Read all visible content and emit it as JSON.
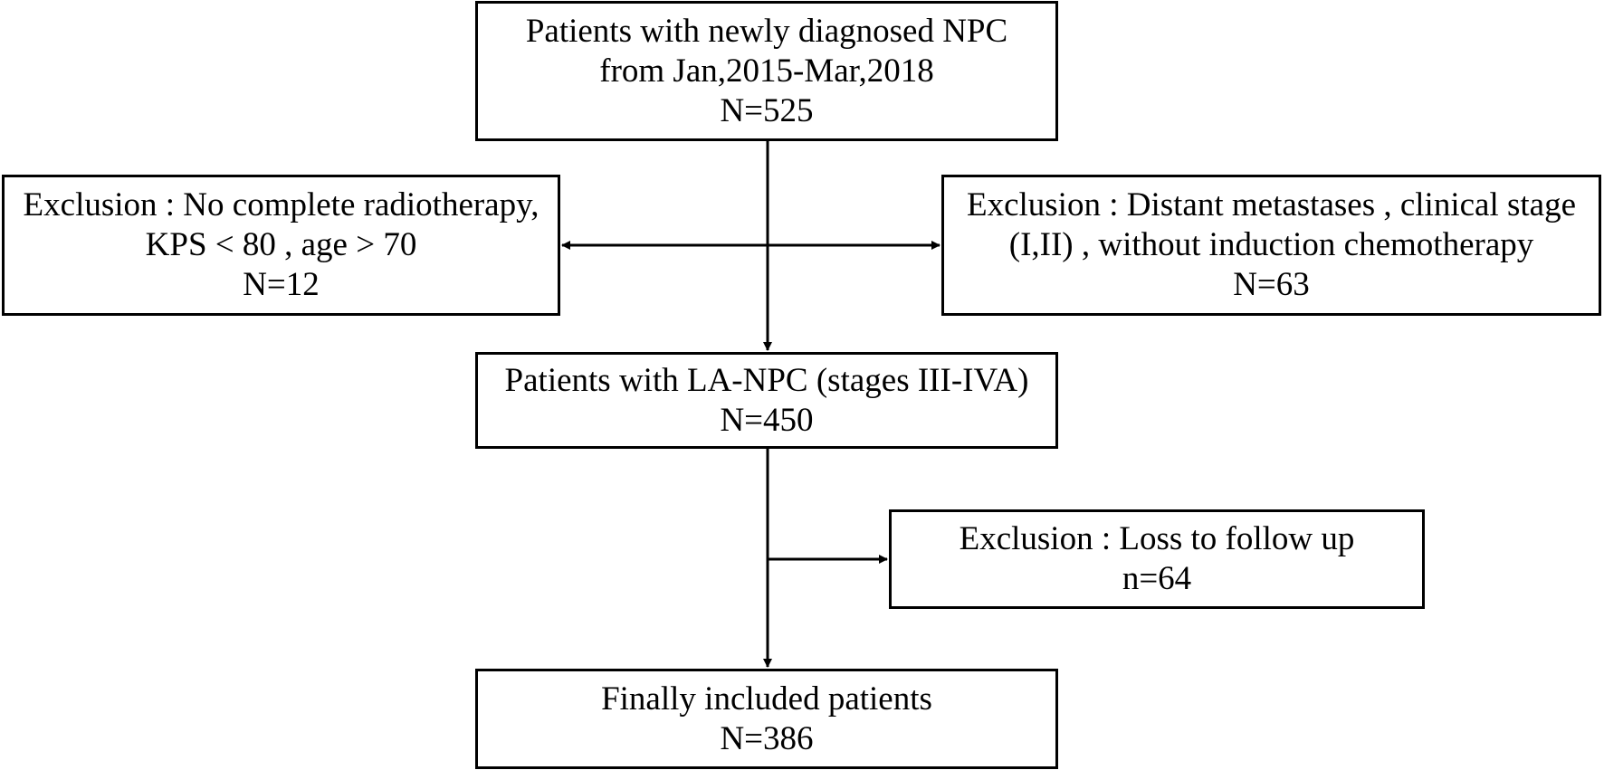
{
  "flowchart": {
    "start": {
      "line1": "Patients with newly diagnosed NPC",
      "line2": "from Jan,2015-Mar,2018",
      "count": "N=525"
    },
    "exclusion_left": {
      "line1": "Exclusion : No complete radiotherapy,",
      "line2": "KPS < 80 , age  > 70",
      "count": "N=12"
    },
    "exclusion_right": {
      "line1": "Exclusion : Distant metastases , clinical stage",
      "line2": "(I,II) , without induction chemotherapy",
      "count": "N=63"
    },
    "la_npc": {
      "line1": "Patients with LA-NPC (stages III-IVA)",
      "count": "N=450"
    },
    "exclusion_followup": {
      "line1": "Exclusion : Loss to follow up",
      "count": "n=64"
    },
    "final": {
      "line1": "Finally included patients",
      "count": "N=386"
    }
  }
}
